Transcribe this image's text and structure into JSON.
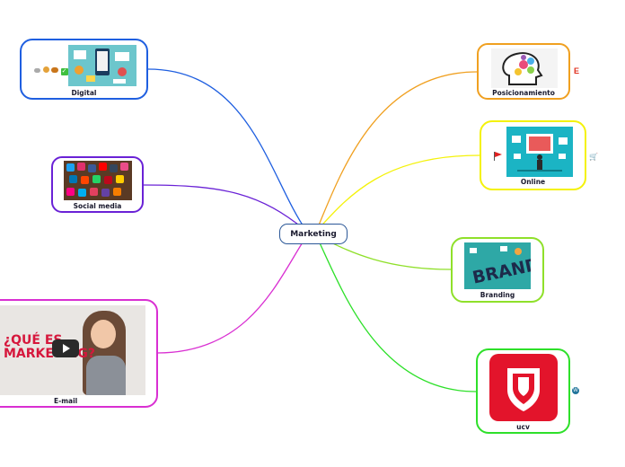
{
  "central": {
    "label": "Marketing"
  },
  "branches": [
    {
      "id": "digital",
      "label": "Digital",
      "color": "#1f5fe0"
    },
    {
      "id": "social",
      "label": "Social media",
      "color": "#6a22d6"
    },
    {
      "id": "email",
      "label": "E-mail",
      "color": "#d92fd2"
    },
    {
      "id": "posicionamiento",
      "label": "Posicionamiento",
      "color": "#f0a020"
    },
    {
      "id": "online",
      "label": "Online",
      "color": "#f4f20a"
    },
    {
      "id": "branding",
      "label": "Branding",
      "color": "#8fe02a"
    },
    {
      "id": "ucv",
      "label": "ucv",
      "color": "#2ee02a"
    }
  ],
  "video": {
    "headline_line1": "¿QUÉ ES",
    "headline_line2": "MARKETING?"
  },
  "branding_img": {
    "word": "BRAND"
  },
  "posicionamiento_marker": "E"
}
